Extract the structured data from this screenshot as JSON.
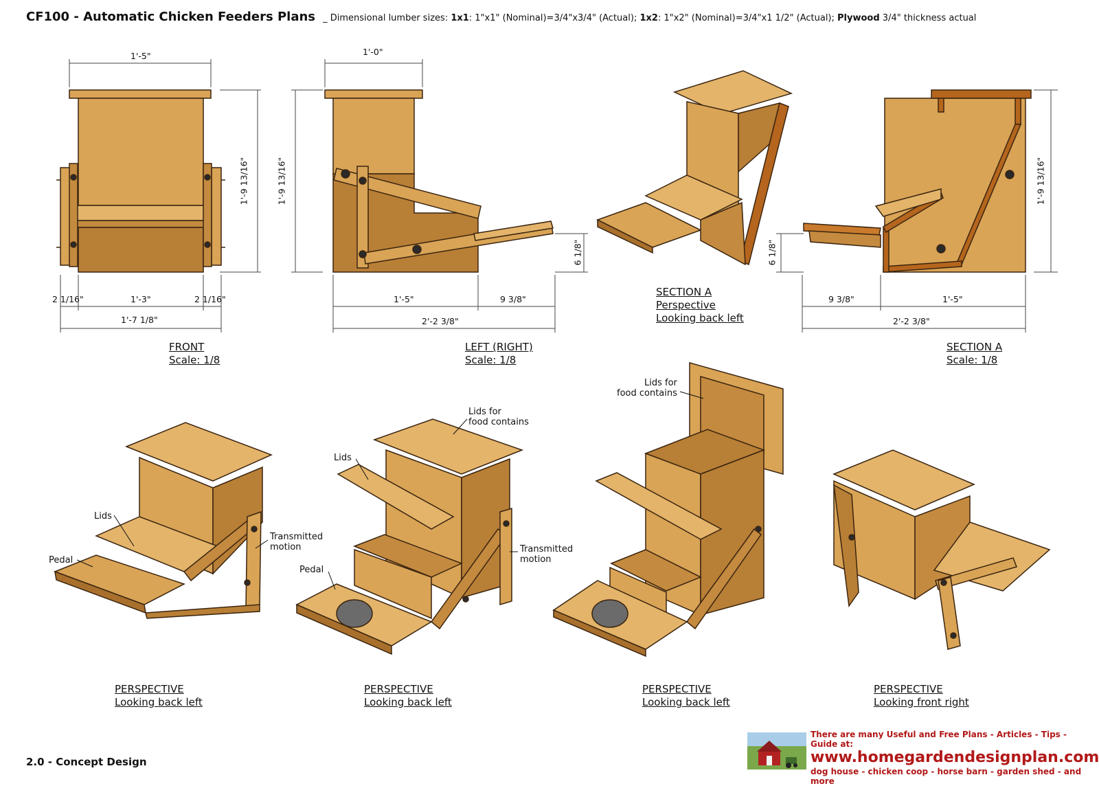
{
  "header": {
    "title": "CF100 - Automatic Chicken Feeders Plans",
    "sep": "_ Dimensional lumber sizes: ",
    "l1x1": "1x1",
    "l1x1_text": ": 1\"x1\" (Nominal)=3/4\"x3/4\" (Actual); ",
    "l1x2": "1x2",
    "l1x2_text": ": 1\"x2\" (Nominal)=3/4\"x1 1/2\" (Actual); ",
    "plywood": "Plywood",
    "plywood_text": " 3/4\" thickness actual"
  },
  "views": {
    "front": {
      "name": "FRONT",
      "scale": "Scale: 1/8"
    },
    "left": {
      "name": "LEFT (RIGHT)",
      "scale": "Scale: 1/8"
    },
    "section_persp": {
      "name": "SECTION A",
      "line2": "Perspective",
      "line3": "Looking back left"
    },
    "section": {
      "name": "SECTION A",
      "scale": "Scale: 1/8"
    },
    "persp1": {
      "name": "PERSPECTIVE",
      "sub": "Looking back left"
    },
    "persp2": {
      "name": "PERSPECTIVE",
      "sub": "Looking back left"
    },
    "persp3": {
      "name": "PERSPECTIVE",
      "sub": "Looking back left"
    },
    "persp4": {
      "name": "PERSPECTIVE",
      "sub": "Looking front right"
    }
  },
  "dimensions": {
    "front_top": "1'-5\"",
    "front_height": "1'-9 13/16\"",
    "front_left": "2 1/16\"",
    "front_mid": "1'-3\"",
    "front_right": "2 1/16\"",
    "front_total": "1'-7 1/8\"",
    "left_top": "1'-0\"",
    "left_height": "1'-9 13/16\"",
    "left_pedal_h": "6 1/8\"",
    "left_body": "1'-5\"",
    "left_pedal": "9 3/8\"",
    "left_total": "2'-2 3/8\"",
    "sec_pedal_h": "6 1/8\"",
    "sec_height": "1'-9 13/16\"",
    "sec_pedal": "9 3/8\"",
    "sec_body": "1'-5\"",
    "sec_total": "2'-2 3/8\""
  },
  "callouts": {
    "p1_lids": "Lids",
    "p1_pedal": "Pedal",
    "p1_motion_1": "Transmitted",
    "p1_motion_2": "motion",
    "p2_lids_food_1": "Lids for",
    "p2_lids_food_2": "food contains",
    "p2_lids": "Lids",
    "p2_pedal": "Pedal",
    "p2_motion_1": "Transmitted",
    "p2_motion_2": "motion",
    "p3_lids_food_1": "Lids for",
    "p3_lids_food_2": "food contains"
  },
  "footer": {
    "section": "2.0 - Concept Design",
    "line1": "There are many Useful and Free Plans - Articles - Tips - Guide at:",
    "url": "www.homegardendesignplan.com",
    "line3": "dog house - chicken coop - horse barn - garden shed - and more"
  },
  "colors": {
    "wood": "#d9a456",
    "wood_light": "#e3b46a",
    "wood_dark": "#a8702c",
    "edge": "#3a2410",
    "section_cut": "#b5651d",
    "brand_red": "#b21818"
  }
}
